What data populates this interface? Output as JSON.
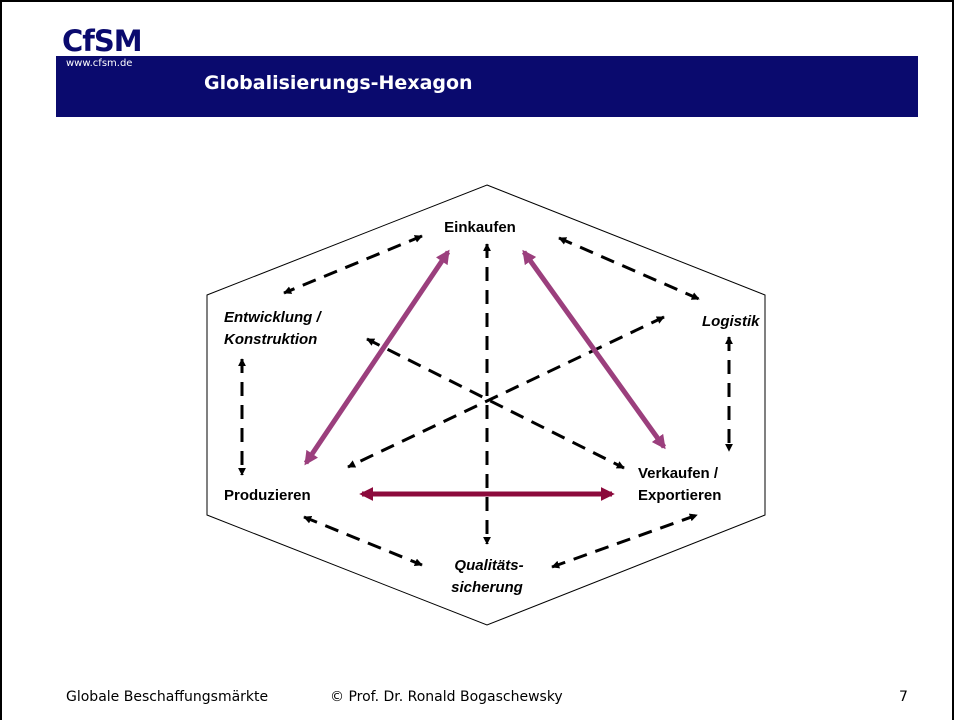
{
  "header": {
    "logo_text": "CfSM",
    "logo_url": "www.cfsm.de",
    "title": "Globalisierungs-Hexagon",
    "bar_color": "#0a0a6e"
  },
  "diagram": {
    "nodes": {
      "einkaufen": "Einkaufen",
      "logistik": "Logistik",
      "entwicklung_1": "Entwicklung /",
      "entwicklung_2": "Konstruktion",
      "produzieren": "Produzieren",
      "verkaufen_1": "Verkaufen /",
      "verkaufen_2": "Exportieren",
      "qualitaet_1": "Qualitäts-",
      "qualitaet_2": "sicherung"
    },
    "colors": {
      "outline": "#000000",
      "dashed_arrow": "#000000",
      "triangle_arrow": "#9b3f7d",
      "base_arrow": "#8c0a3c"
    }
  },
  "footer": {
    "course": "Globale Beschaffungsmärkte",
    "copyright": "© Prof. Dr. Ronald Bogaschewsky",
    "page_number": "7"
  }
}
